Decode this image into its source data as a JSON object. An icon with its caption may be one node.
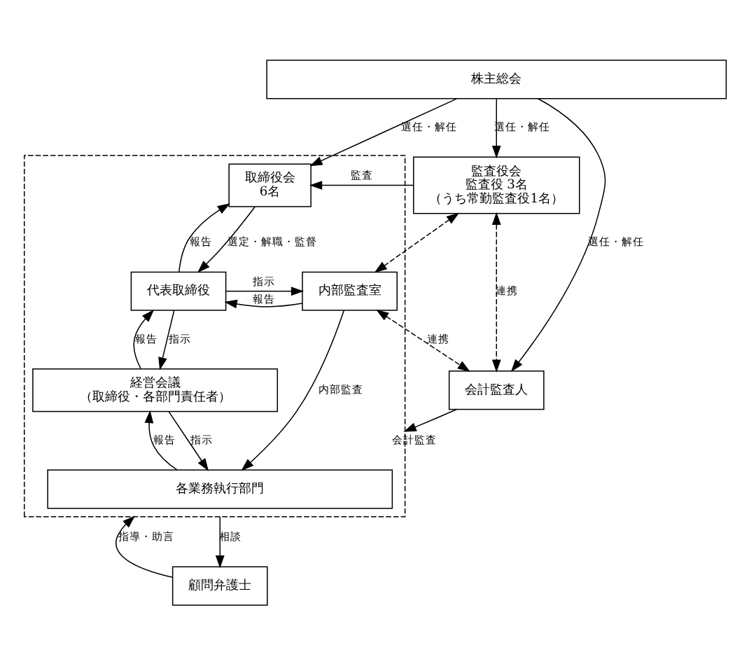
{
  "diagram": {
    "nodes": [
      {
        "text": [
          "株主総会"
        ]
      },
      {
        "text": [],
        "shape": "box"
      },
      {
        "text": [
          "取締役会",
          "6名"
        ],
        "in": 1
      },
      {
        "text": [
          "監査役会",
          "監査役 3名",
          "（うち常勤監査役1名）"
        ]
      },
      {
        "text": [
          "会計監査人"
        ]
      },
      {
        "text": [
          "代表取締役"
        ],
        "in": 1
      },
      {
        "text": [
          "内部監査室"
        ],
        "in": 1
      },
      {
        "text": [
          "経営会議",
          "（取締役・各部門責任者）"
        ],
        "in": 1
      },
      {
        "text": [
          "各業務執行部門"
        ],
        "in": 1
      },
      {
        "text": [
          "顧問弁護士"
        ]
      }
    ],
    "edges": [
      {
        "from": 0,
        "to": 2,
        "arrow": "to",
        "label": "選任・解任"
      },
      {
        "from": 0,
        "to": 3,
        "arrow": "to",
        "label": "選任・解任"
      },
      {
        "from": 0,
        "to": 4,
        "arrow": "to",
        "label": "選任・解任"
      },
      {
        "from": 3,
        "to": 2,
        "arrow": "to",
        "label": "監査"
      },
      {
        "from": 3,
        "to": 4,
        "arrow": "both",
        "label": "連携",
        "style": "dashed"
      },
      {
        "from": 2,
        "to": 5,
        "arrow": "to",
        "label": "選定・解職・監督"
      },
      {
        "from": 5,
        "to": 2,
        "arrow": "to",
        "label": "報告"
      },
      {
        "from": 3,
        "to": 6,
        "arrow": "both",
        "style": "dashed"
      },
      {
        "from": 5,
        "to": 6,
        "arrow": "to",
        "label": "指示"
      },
      {
        "from": 6,
        "to": 5,
        "arrow": "to",
        "label": "報告"
      },
      {
        "from": 6,
        "to": 4,
        "arrow": "both",
        "label": "連携",
        "style": "dashed"
      },
      {
        "from": 4,
        "to": 1,
        "arrow": "to",
        "label": "会計監査"
      },
      {
        "from": 5,
        "to": 7,
        "arrow": "to",
        "label": "指示"
      },
      {
        "from": 7,
        "to": 5,
        "arrow": "to",
        "label": "報告"
      },
      {
        "from": 6,
        "to": 8,
        "arrow": "to",
        "label": "内部監査"
      },
      {
        "from": 7,
        "to": 8,
        "arrow": "to",
        "label": "指示"
      },
      {
        "from": 8,
        "to": 7,
        "arrow": "to",
        "label": "報告"
      },
      {
        "from": 9,
        "to": 1,
        "arrow": "to",
        "label": "指導・助言"
      },
      {
        "from": 1,
        "to": 9,
        "arrow": "to",
        "label": "相談"
      }
    ]
  }
}
